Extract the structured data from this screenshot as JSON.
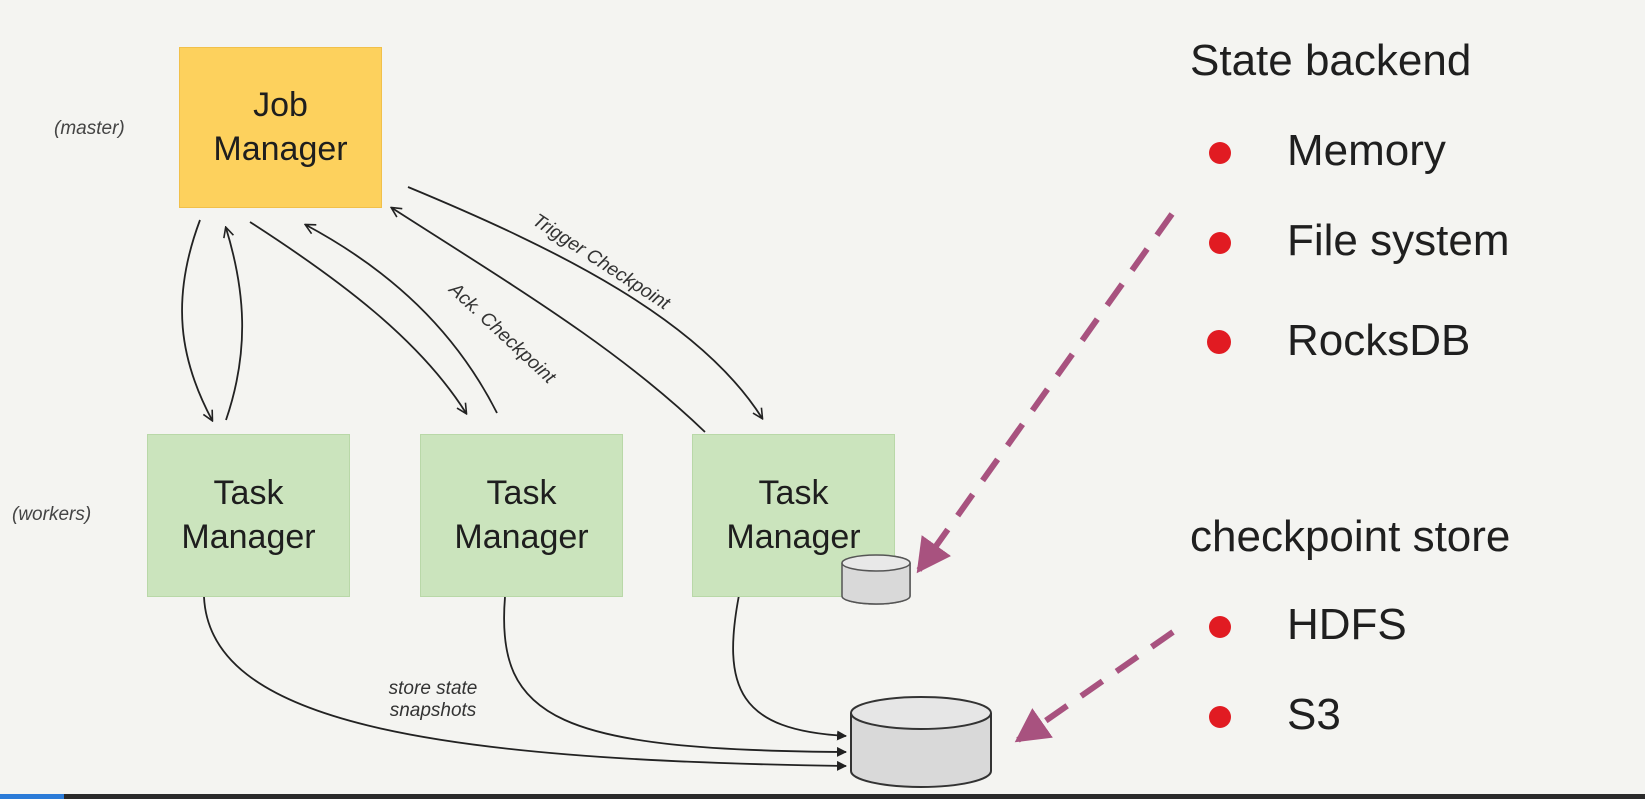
{
  "diagram": {
    "job_manager": {
      "label_line1": "Job",
      "label_line2": "Manager",
      "role": "(master)"
    },
    "task_managers": [
      {
        "label_line1": "Task",
        "label_line2": "Manager"
      },
      {
        "label_line1": "Task",
        "label_line2": "Manager"
      },
      {
        "label_line1": "Task",
        "label_line2": "Manager"
      }
    ],
    "workers_role": "(workers)",
    "edge_labels": {
      "trigger": "Trigger Checkpoint",
      "ack": "Ack. Checkpoint",
      "store_line1": "store state",
      "store_line2": "snapshots"
    },
    "colors": {
      "job_manager": "#fdd15d",
      "task_manager": "#cbe4bd",
      "bullet": "#e11b22",
      "dashed_arrow": "#a8527f",
      "storage": "#d9d9d9"
    }
  },
  "legend": {
    "state_backend": {
      "title": "State backend",
      "items": [
        "Memory",
        "File system",
        "RocksDB"
      ]
    },
    "checkpoint_store": {
      "title": "checkpoint store",
      "items": [
        "HDFS",
        "S3"
      ]
    }
  }
}
